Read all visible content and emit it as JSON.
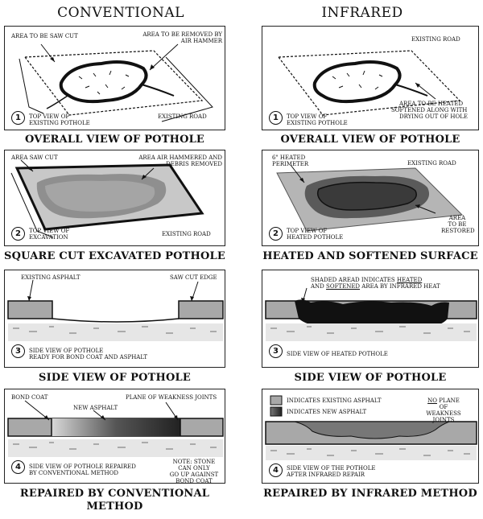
{
  "columns": {
    "left": "CONVENTIONAL",
    "right": "INFRARED"
  },
  "captions": {
    "c1": "OVERALL VIEW OF POTHOLE",
    "i1": "OVERALL VIEW OF POTHOLE",
    "c2": "SQUARE CUT EXCAVATED POTHOLE",
    "i2": "HEATED AND SOFTENED SURFACE",
    "c3": "SIDE VIEW OF POTHOLE",
    "i3": "SIDE VIEW OF POTHOLE",
    "c4a": "REPAIRED BY CONVENTIONAL",
    "c4b": "METHOD",
    "i4": "REPAIRED BY INFRARED METHOD"
  },
  "panels": {
    "c1": {
      "num": "1",
      "area_saw": "AREA TO BE SAW CUT",
      "area_removed_1": "AREA TO BE REMOVED BY",
      "area_removed_2": "AIR HAMMER",
      "top_1": "TOP VIEW OF",
      "top_2": "EXISTING POTHOLE",
      "road": "EXISTING ROAD"
    },
    "i1": {
      "num": "1",
      "road": "EXISTING ROAD",
      "heated_1": "AREA TO BE HEATED",
      "heated_2": "SOFTENED ALONG WITH",
      "heated_3": "DRYING OUT OF HOLE",
      "top_1": "TOP VIEW OF",
      "top_2": "EXISTING POTHOLE"
    },
    "c2": {
      "num": "2",
      "saw": "AREA SAW CUT",
      "hammered_1": "AREA AIR HAMMERED AND",
      "hammered_2": "DEBRIS REMOVED",
      "top_1": "TOP VIEW OF",
      "top_2": "EXCAVATION",
      "road": "EXISTING ROAD"
    },
    "i2": {
      "num": "2",
      "perim_1": "6\" HEATED",
      "perim_2": "PERIMETER",
      "road": "EXISTING ROAD",
      "top_1": "TOP VIEW OF",
      "top_2": "HEATED POTHOLE",
      "restored_1": "AREA",
      "restored_2": "TO BE",
      "restored_3": "RESTORED"
    },
    "c3": {
      "num": "3",
      "asphalt": "EXISTING ASPHALT",
      "edge": "SAW CUT EDGE",
      "side_1": "SIDE VIEW OF POTHOLE",
      "side_2": "READY FOR BOND COAT AND ASPHALT"
    },
    "i3": {
      "num": "3",
      "shaded_1": "SHADED AREAD INDICATES",
      "shaded_heated": "HEATED",
      "shaded_2": "AND",
      "shaded_softened": "SOFTENED",
      "shaded_3": "AREA BY INFRARED HEAT",
      "side": "SIDE VIEW OF HEATED POTHOLE"
    },
    "c4": {
      "num": "4",
      "bond": "BOND COAT",
      "new": "NEW ASPHALT",
      "plane": "PLANE OF WEAKNESS JOINTS",
      "side_1": "SIDE VIEW OF POTHOLE REPAIRED",
      "side_2": "BY CONVENTIONAL METHOD",
      "note_1": "NOTE: STONE",
      "note_2": "CAN ONLY",
      "note_3": "GO UP AGAINST",
      "note_4": "BOND COAT"
    },
    "i4": {
      "num": "4",
      "legend_existing": "INDICATES EXISTING ASPHALT",
      "legend_new": "INDICATES NEW ASPHALT",
      "no": "NO",
      "no_plane": "PLANE",
      "no_of": "OF",
      "no_weak": "WEAKNESS JOINTS",
      "side_1": "SIDE VIEW OF THE POTHOLE",
      "side_2": "AFTER INFRARED REPAIR"
    }
  }
}
